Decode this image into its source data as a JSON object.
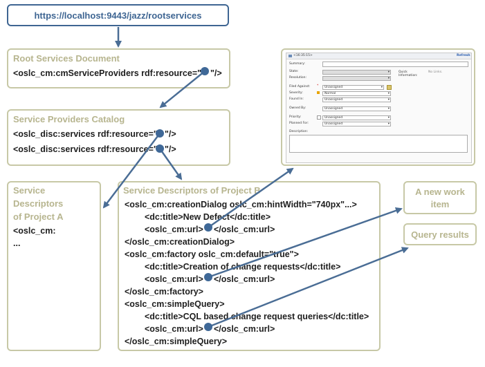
{
  "url_box": {
    "text": "https://localhost:9443/jazz/rootservices"
  },
  "root_services": {
    "title": "Root Services Document",
    "line1_pre": "<oslc_cm:cmServiceProviders rdf:resource=\"",
    "line1_post": "\"/>"
  },
  "catalog": {
    "title": "Service Providers Catalog",
    "line1_pre": "<oslc_disc:services rdf:resource=\"",
    "line1_post": "\"/>",
    "line2_pre": "<oslc_disc:services rdf:resource=\"",
    "line2_post": "\"/>"
  },
  "project_a": {
    "title_line1": "Service",
    "title_line2": "Descriptors",
    "title_line3": "of Project A",
    "code_line1": "<oslc_cm:",
    "code_line2": "..."
  },
  "project_b": {
    "title": "Service Descriptors of Project B",
    "lines": [
      "<oslc_cm:creationDialog oslc_cm:hintWidth=\"740px\"...>",
      "<dc:title>New Defect</dc:title>",
      "<oslc_cm:url>",
      "</oslc_cm:url>",
      "</oslc_cm:creationDialog>",
      "<oslc_cm:factory oslc_cm:default=\"true\">",
      "<dc:title>Creation of change requests</dc:title>",
      "<oslc_cm:url>",
      "</oslc_cm:url>",
      "</oslc_cm:factory>",
      "<oslc_cm:simpleQuery>",
      "<dc:title>CQL based change request queries</dc:title>",
      "<oslc_cm:url>",
      "</oslc_cm:url>",
      "</oslc_cm:simpleQuery>"
    ]
  },
  "new_work_item": {
    "line1": "A new work",
    "line2": "item"
  },
  "query_results": {
    "text": "Query results"
  },
  "mini_form": {
    "header_id": "<16:35:15>",
    "refresh": "Refresh",
    "summary": "Summary:",
    "state": "State:",
    "resolution": "Resolution:",
    "quick_info": "Quick",
    "quick_info2": "Information:",
    "no_links": "No Links.",
    "filed_against": "Filed Against:",
    "filed_value": "Unassigned",
    "severity": "Severity:",
    "severity_value": "Normal",
    "found_in": "Found In:",
    "found_value": "Unassigned",
    "owned_by": "Owned By:",
    "owned_value": "Unassigned",
    "priority": "Priority:",
    "priority_value": "Unassigned",
    "planned_for": "Planned For:",
    "planned_value": "Unassigned",
    "description": "Description:"
  },
  "colors": {
    "arrow": "#4a6d95",
    "box_border": "#c7c8a6",
    "title": "#b7b58f",
    "url_border": "#3e6592"
  }
}
